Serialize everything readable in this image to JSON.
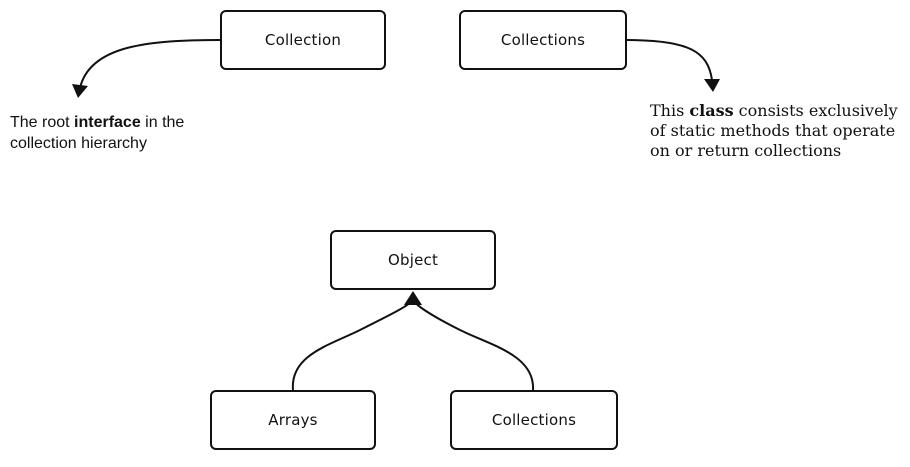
{
  "nodes": {
    "collection": "Collection",
    "collections_top": "Collections",
    "object": "Object",
    "arrays": "Arrays",
    "collections_bottom": "Collections"
  },
  "notes": {
    "interface": {
      "prefix": "The root ",
      "bold": "interface",
      "suffix": " in the collection hierarchy"
    },
    "class": {
      "prefix": "This ",
      "bold": "class",
      "suffix": " consists exclusively of static methods that operate on or return collections"
    }
  }
}
